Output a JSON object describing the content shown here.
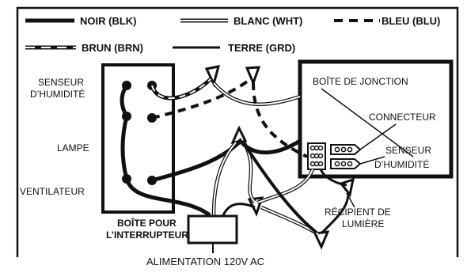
{
  "legend": {
    "black": "NOIR (BLK)",
    "white": "BLANC (WHT)",
    "blue": "BLEU (BLU)",
    "brown": "BRUN (BRN)",
    "ground": "TERRE (GRD)"
  },
  "switch_box": {
    "label_humidity_line1": "SENSEUR",
    "label_humidity_line2": "D’HUMIDITÉ",
    "label_lamp": "LAMPE",
    "label_fan": "VENTILATEUR",
    "title_line1": "BOÎTE POUR",
    "title_line2": "L’INTERRUPTEUR"
  },
  "junction_box": {
    "title": "BOÎTE DE JONCTION",
    "connector": "CONNECTEUR",
    "humidity_line1": "SENSEUR",
    "humidity_line2": "D’HUMIDITÉ"
  },
  "light_receptacle": {
    "line1": "RÉCIPIENT DE",
    "line2": "LUMIÈRE"
  },
  "power_supply": "ALIMENTATION 120V   AC",
  "colors": {
    "ink": "#111111",
    "background": "#ffffff"
  }
}
